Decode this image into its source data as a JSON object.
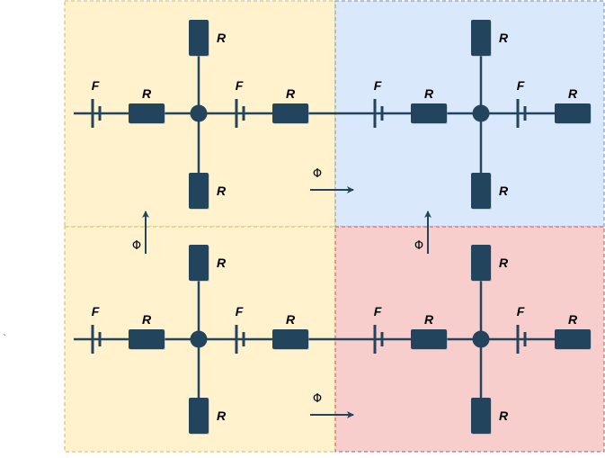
{
  "labels": {
    "resistor": "R",
    "source": "F",
    "flux": "Φ",
    "stray_mark": "`"
  },
  "colors": {
    "wire": "#23445d",
    "component": "#23445d",
    "node": "#23445d",
    "region_yellow_fill": "#fff2cc",
    "region_yellow_border": "#d6b656",
    "region_blue_fill": "#dae8fc",
    "region_blue_border": "#6c8ebf",
    "region_red_fill": "#f8cecc",
    "region_red_border": "#b85450"
  },
  "regions": [
    {
      "name": "top-left",
      "color": "yellow"
    },
    {
      "name": "top-right",
      "color": "blue"
    },
    {
      "name": "bottom-left",
      "color": "yellow"
    },
    {
      "name": "bottom-right",
      "color": "red"
    }
  ]
}
